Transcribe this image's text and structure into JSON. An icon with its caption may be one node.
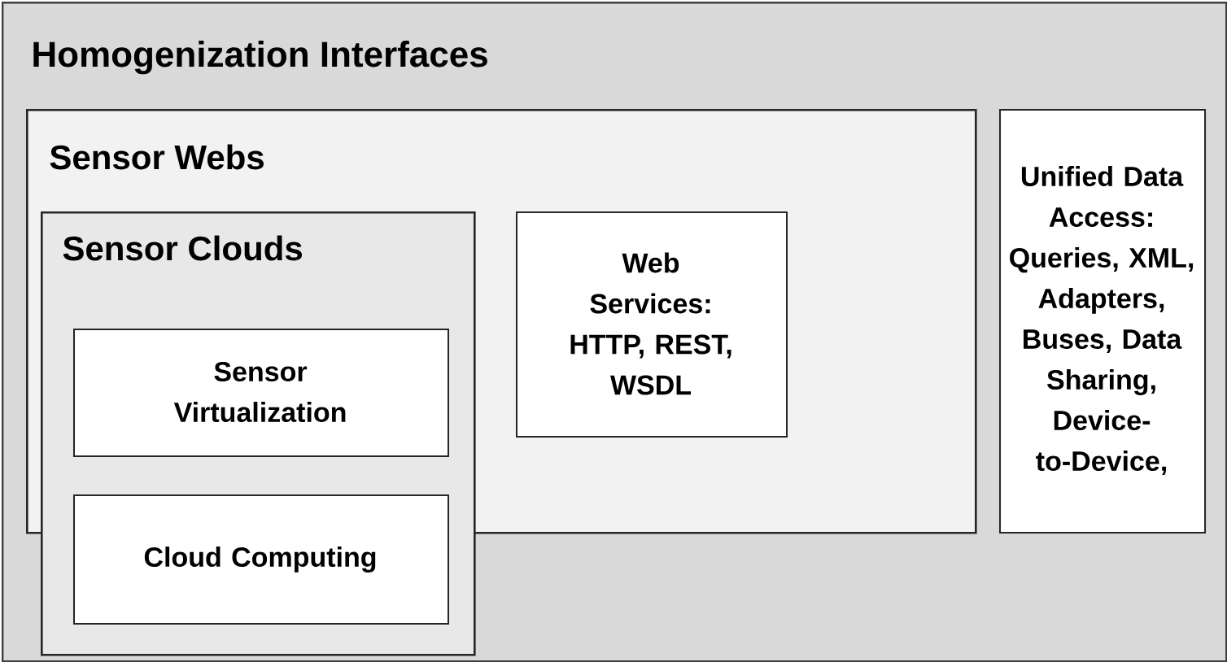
{
  "diagram": {
    "nodes": [
      {
        "text": [
          "Homogenization Interfaces"
        ]
      },
      {
        "text": [
          "Sensor Webs"
        ],
        "in": 0
      },
      {
        "text": [
          "Sensor Clouds"
        ],
        "in": 0
      },
      {
        "text": [
          "Sensor Virtualization"
        ]
      },
      {
        "text": [
          "Cloud Computing"
        ],
        "in": 2
      },
      {
        "text": [
          "Web Services:",
          "HTTP, REST, WSDL"
        ],
        "in": 1
      },
      {
        "text": [
          "Unified Data Access:",
          "Queries, XML, Adapters, Buses, Data Sharing, Device-to-Device,"
        ],
        "in": 0
      }
    ]
  }
}
